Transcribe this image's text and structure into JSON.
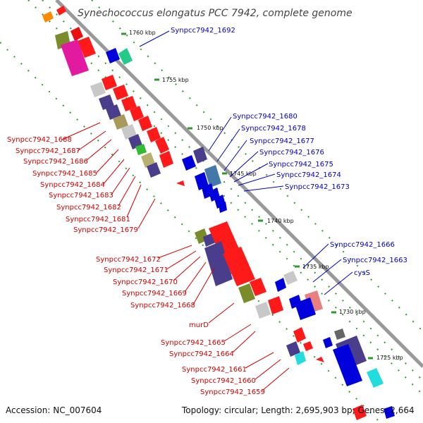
{
  "title": "Synechococcus elongatus PCC 7942, complete genome",
  "footer": {
    "accession": "Accession: NC_007604",
    "summary": "Topology: circular; Length: 2,695,903 bp; Genes: 2,664"
  },
  "ticks": [
    "1760 kbp",
    "1755 kbp",
    "1750 kbp",
    "1745 kbp",
    "1740 kbp",
    "1735 kbp",
    "1730 kbp",
    "1725 kbp"
  ],
  "genes_forward": [
    "Synpcc7942_1692",
    "Synpcc7942_1680",
    "Synpcc7942_1678",
    "Synpcc7942_1677",
    "Synpcc7942_1676",
    "Synpcc7942_1675",
    "Synpcc7942_1674",
    "Synpcc7942_1673",
    "Synpcc7942_1666",
    "Synpcc7942_1663",
    "cysS"
  ],
  "genes_reverse": [
    "Synpcc7942_1688",
    "Synpcc7942_1687",
    "Synpcc7942_1686",
    "Synpcc7942_1685",
    "Synpcc7942_1684",
    "Synpcc7942_1683",
    "Synpcc7942_1682",
    "Synpcc7942_1681",
    "Synpcc7942_1679",
    "Synpcc7942_1672",
    "Synpcc7942_1671",
    "Synpcc7942_1670",
    "Synpcc7942_1669",
    "Synpcc7942_1668",
    "murD",
    "Synpcc7942_1665",
    "Synpcc7942_1664",
    "Synpcc7942_1661",
    "Synpcc7942_1660",
    "Synpcc7942_1659"
  ],
  "colors": {
    "forward_label": "#0000c8",
    "reverse_label": "#d10000",
    "backbone": "#999999",
    "tick_dots": "#2e9a2e"
  }
}
